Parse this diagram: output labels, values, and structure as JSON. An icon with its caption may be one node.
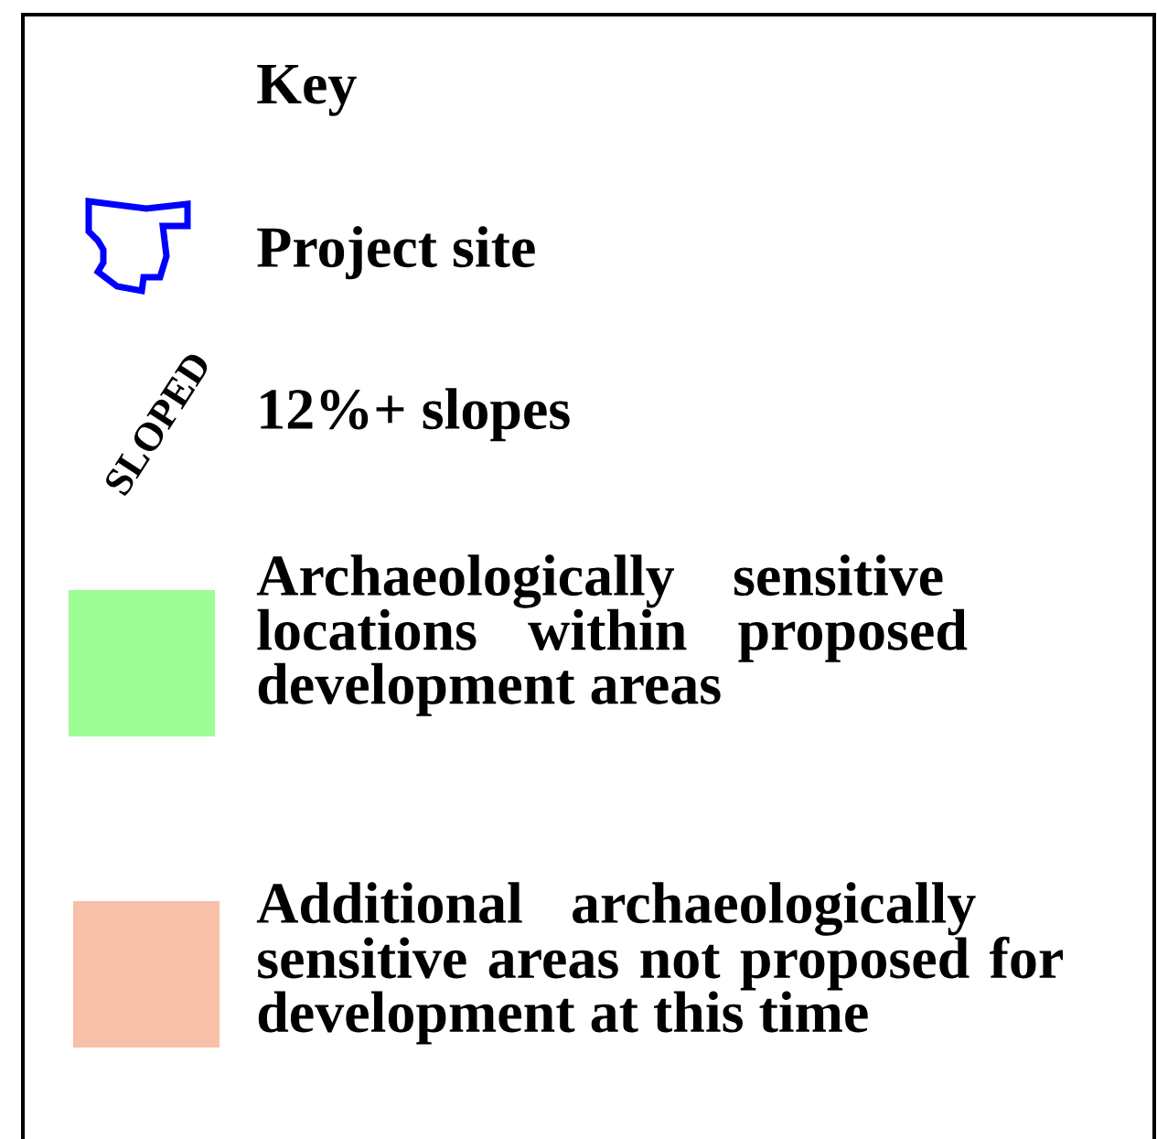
{
  "diagram": {
    "title": "Key",
    "labels": [
      "SLOPED"
    ],
    "legend": [
      {
        "text": "Project site"
      },
      {
        "text": "12%+ slopes"
      },
      {
        "text": "Archaeologically sensitive locations within proposed development areas",
        "color": "#9dfd97"
      },
      {
        "text": "Additional archaeologically sensitive areas not proposed for development at this time",
        "color": "#f8bfa9"
      }
    ]
  }
}
